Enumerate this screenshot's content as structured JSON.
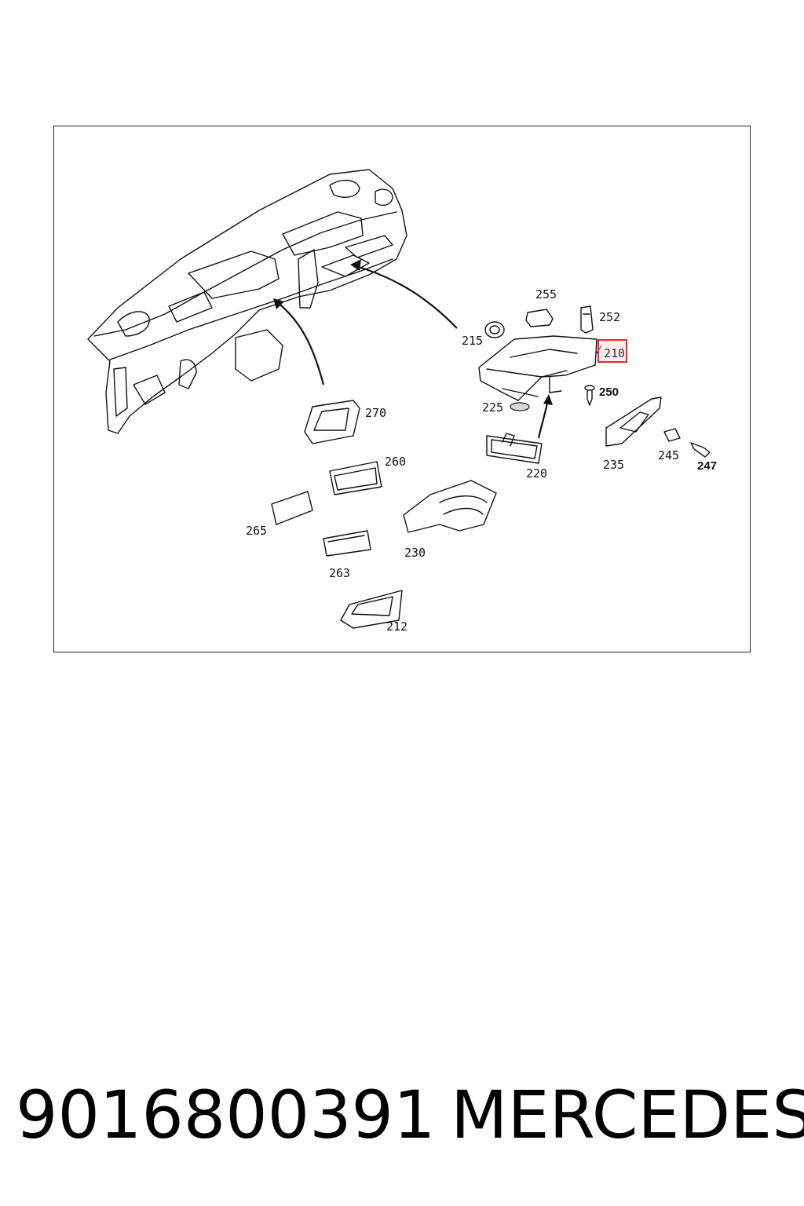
{
  "diagram": {
    "highlight_color": "#e0282d",
    "labels": {
      "p210": "210",
      "p212": "212",
      "p215": "215",
      "p220": "220",
      "p225": "225",
      "p230": "230",
      "p235": "235",
      "p245": "245",
      "p247": "247",
      "p250": "250",
      "p252": "252",
      "p255": "255",
      "p260": "260",
      "p263": "263",
      "p265": "265",
      "p270": "270"
    }
  },
  "caption": {
    "part_number": "9016800391",
    "brand": "MERCEDES"
  }
}
